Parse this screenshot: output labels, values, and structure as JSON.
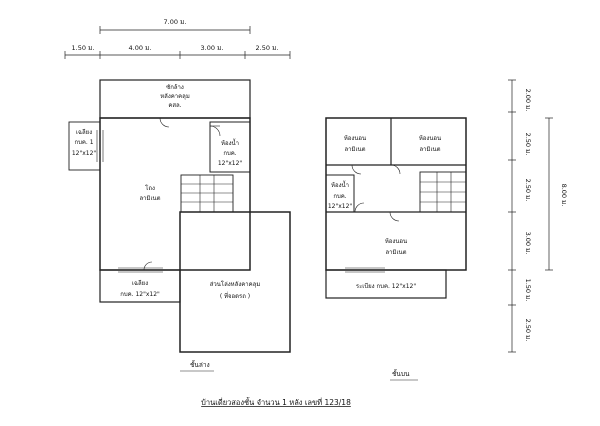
{
  "top_dims": {
    "total": "7.00 ม.",
    "d1": "1.50 ม.",
    "d2": "4.00 ม.",
    "d3": "3.00 ม.",
    "d4": "2.50 ม."
  },
  "right_dims": {
    "d1": "2.00 ม.",
    "d2": "2.50 ม.",
    "d3": "2.50 ม.",
    "d4": "3.00 ม.",
    "d5": "1.50 ม.",
    "d6": "2.50 ม.",
    "total": "8.00 ม."
  },
  "ground_floor": {
    "caption": "ชั้นล่าง",
    "rooms": {
      "back_line1": "ซักล้าง",
      "back_line2": "หลังคาคลุม",
      "back_line3": "คสล.",
      "left_win_line1": "เฉลียง",
      "left_win_line2": "กบค. 1",
      "left_win_line3": "12\"x12\"",
      "bath_line1": "ห้องน้ำ",
      "bath_line2": "กบค.",
      "bath_line3": "12\"x12\"",
      "hall_line1": "โถง",
      "hall_line2": "ลามิเนต",
      "porch_line1": "เฉลียง",
      "porch_line2": "กบค. 12\"x12\"",
      "garage_line1": "ส่วนโล่งหลังคาคลุม",
      "garage_line2": "( ที่จอดรถ )"
    }
  },
  "upper_floor": {
    "caption": "ชั้นบน",
    "rooms": {
      "bed1_line1": "ห้องนอน",
      "bed1_line2": "ลามิเนต",
      "bed2_line1": "ห้องนอน",
      "bed2_line2": "ลามิเนต",
      "bath_line1": "ห้องน้ำ",
      "bath_line2": "กบค.",
      "bath_line3": "12\"x12\"",
      "bed3_line1": "ห้องนอน",
      "bed3_line2": "ลามิเนต",
      "balcony": "ระเบียง กบค. 12\"x12\""
    }
  },
  "title": "บ้านเดี่ยวสองชั้น  จำนวน  1  หลัง  เลขที่ 123/18"
}
